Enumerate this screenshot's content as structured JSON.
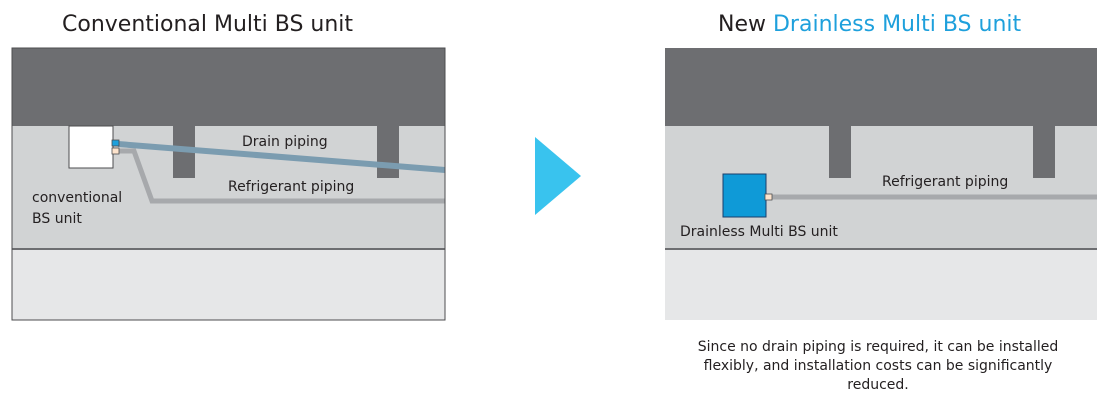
{
  "left": {
    "title": "Conventional Multi BS unit",
    "labels": {
      "drain_piping": "Drain piping",
      "refrigerant_piping": "Refrigerant piping",
      "unit_line1": "conventional",
      "unit_line2": "BS unit"
    }
  },
  "right": {
    "title_prefix": "New ",
    "title_accent": "Drainless Multi BS unit",
    "labels": {
      "refrigerant_piping": "Refrigerant piping",
      "unit": "Drainless Multi BS unit"
    },
    "caption": "Since no drain piping is required, it can be installed flexibly, and installation costs can be significantly reduced."
  },
  "colors": {
    "ceiling": "#6d6e71",
    "ceiling_space": "#d1d3d4",
    "room": "#e6e7e8",
    "drain_pipe": "#7b9cb0",
    "refrigerant_pipe": "#a7a9ac",
    "drainless_unit": "#0f9ad7",
    "arrow": "#39c3ee",
    "accent": "#1ea0dc"
  }
}
